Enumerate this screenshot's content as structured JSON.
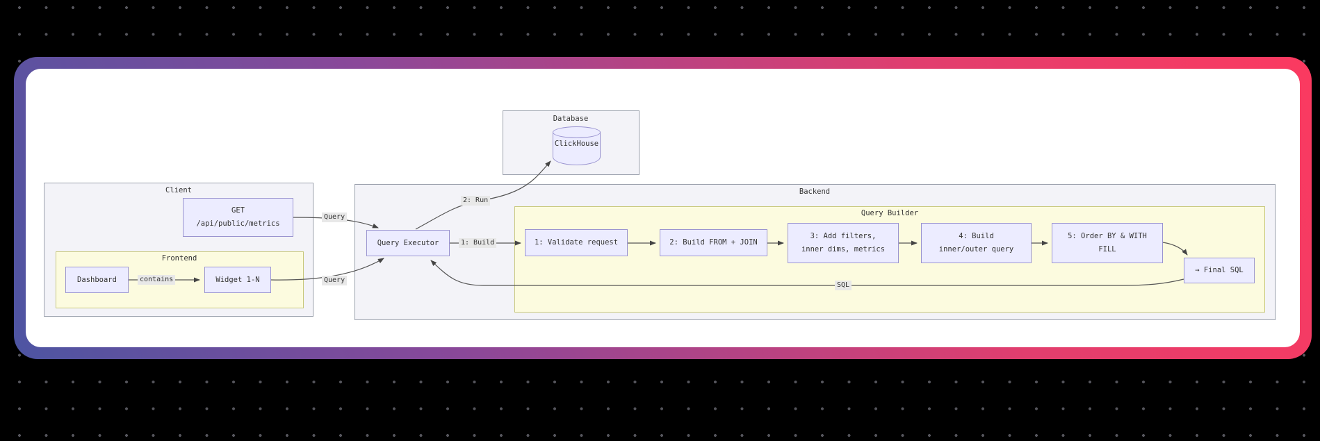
{
  "diagram": {
    "clusters": {
      "database": "Database",
      "client": "Client",
      "frontend": "Frontend",
      "backend": "Backend",
      "query_builder": "Query Builder"
    },
    "nodes": {
      "clickhouse": "ClickHouse",
      "get_endpoint": [
        "GET",
        "/api/public/metrics"
      ],
      "dashboard": "Dashboard",
      "widget": "Widget 1-N",
      "query_executor": "Query Executor",
      "step1": "1: Validate request",
      "step2": "2: Build FROM + JOIN",
      "step3": [
        "3: Add filters,",
        "inner dims, metrics"
      ],
      "step4": [
        "4: Build",
        "inner/outer query"
      ],
      "step5": [
        "5: Order BY & WITH",
        "FILL"
      ],
      "final_sql": "→ Final SQL"
    },
    "edge_labels": {
      "contains": "contains",
      "query_from_api": "Query",
      "query_from_widget": "Query",
      "run": "2: Run",
      "build": "1: Build",
      "sql": "SQL"
    },
    "colors": {
      "node_fill": "#ececff",
      "node_border": "#9a94d0",
      "cluster_gray_fill": "#f3f3f8",
      "cluster_yellow_fill": "#fcfbdf",
      "edge_line": "#555555",
      "edge_label_bg": "#e8e8e8",
      "card_gradient_start": "#4d55a2",
      "card_gradient_mid": "#8a4899",
      "card_gradient_end": "#fb3a60",
      "background": "#000000"
    }
  }
}
